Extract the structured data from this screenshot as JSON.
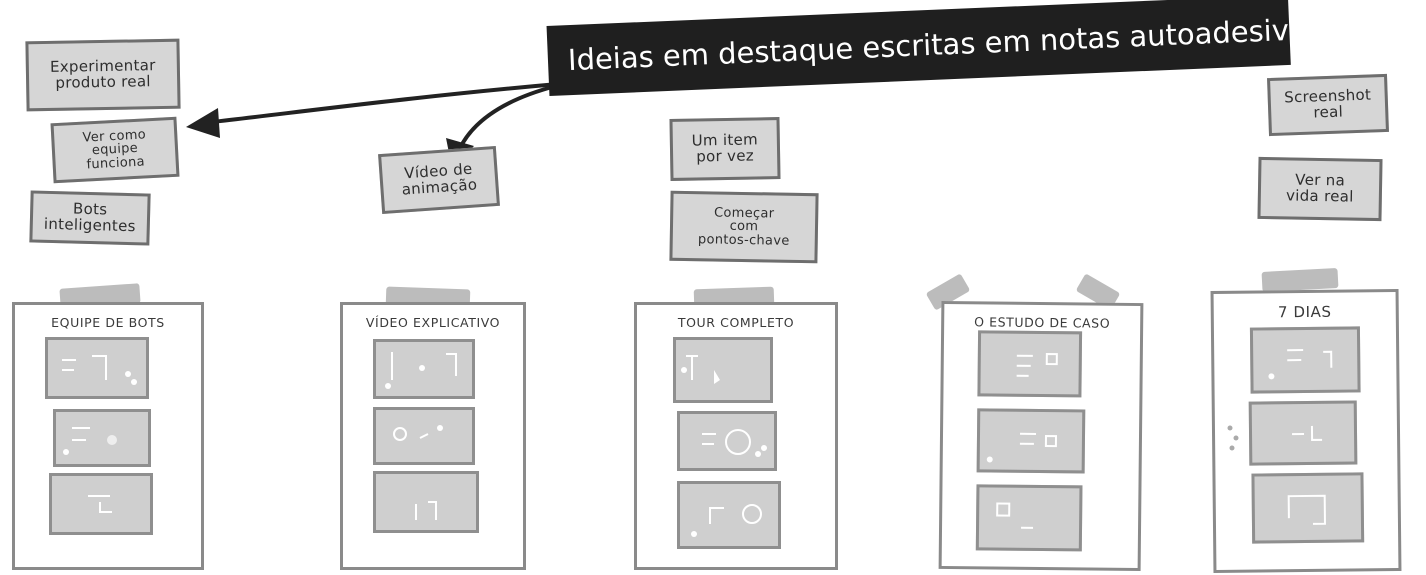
{
  "banner": {
    "text": "Ideias em destaque escritas em notas autoadesivas"
  },
  "notes": {
    "experimentar": {
      "line1": "Experimentar",
      "line2": "produto real"
    },
    "equipe": {
      "line1": "Ver como",
      "line2": "equipe",
      "line3": "funciona"
    },
    "bots": {
      "line1": "Bots",
      "line2": "inteligentes"
    },
    "video": {
      "line1": "Vídeo de",
      "line2": "animação"
    },
    "um_item": {
      "line1": "Um item",
      "line2": "por vez"
    },
    "comecar": {
      "line1": "Começar",
      "line2": "com",
      "line3": "pontos-chave"
    },
    "screenshot": {
      "line1": "Screenshot",
      "line2": "real"
    },
    "vida_real": {
      "line1": "Ver na",
      "line2": "vida real"
    }
  },
  "panels": [
    {
      "title": "EQUIPE DE BOTS"
    },
    {
      "title": "VÍDEO EXPLICATIVO"
    },
    {
      "title": "TOUR COMPLETO"
    },
    {
      "title": "O ESTUDO DE CASO"
    },
    {
      "title": "7 DIAS"
    }
  ],
  "colors": {
    "banner": "#1f1f1f",
    "sticky": "#d6d6d6",
    "stroke": "#6e6e6e",
    "arrow": "#222222"
  }
}
